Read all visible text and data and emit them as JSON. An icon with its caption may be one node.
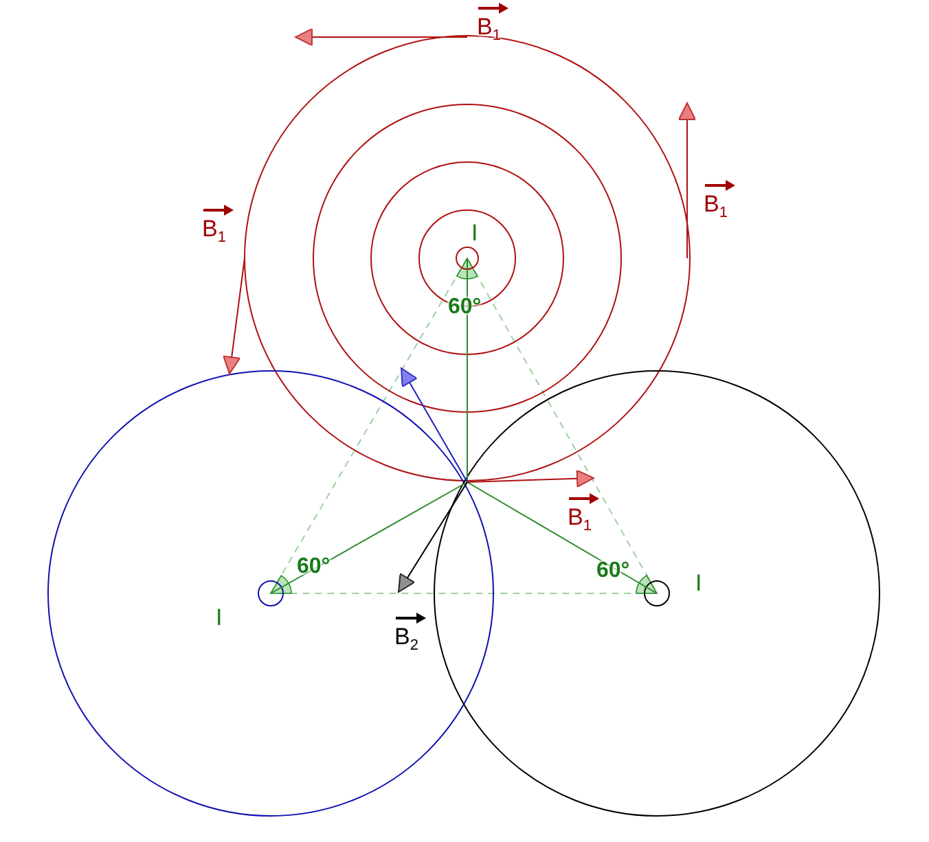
{
  "diagram": {
    "labels": [
      "B$_{1}$",
      "B$_{1}$",
      "B$_{1}$",
      "I",
      "60°",
      "B$_{1}$",
      "60°",
      "60°",
      "I",
      "I",
      "B$_{2}$"
    ]
  }
}
